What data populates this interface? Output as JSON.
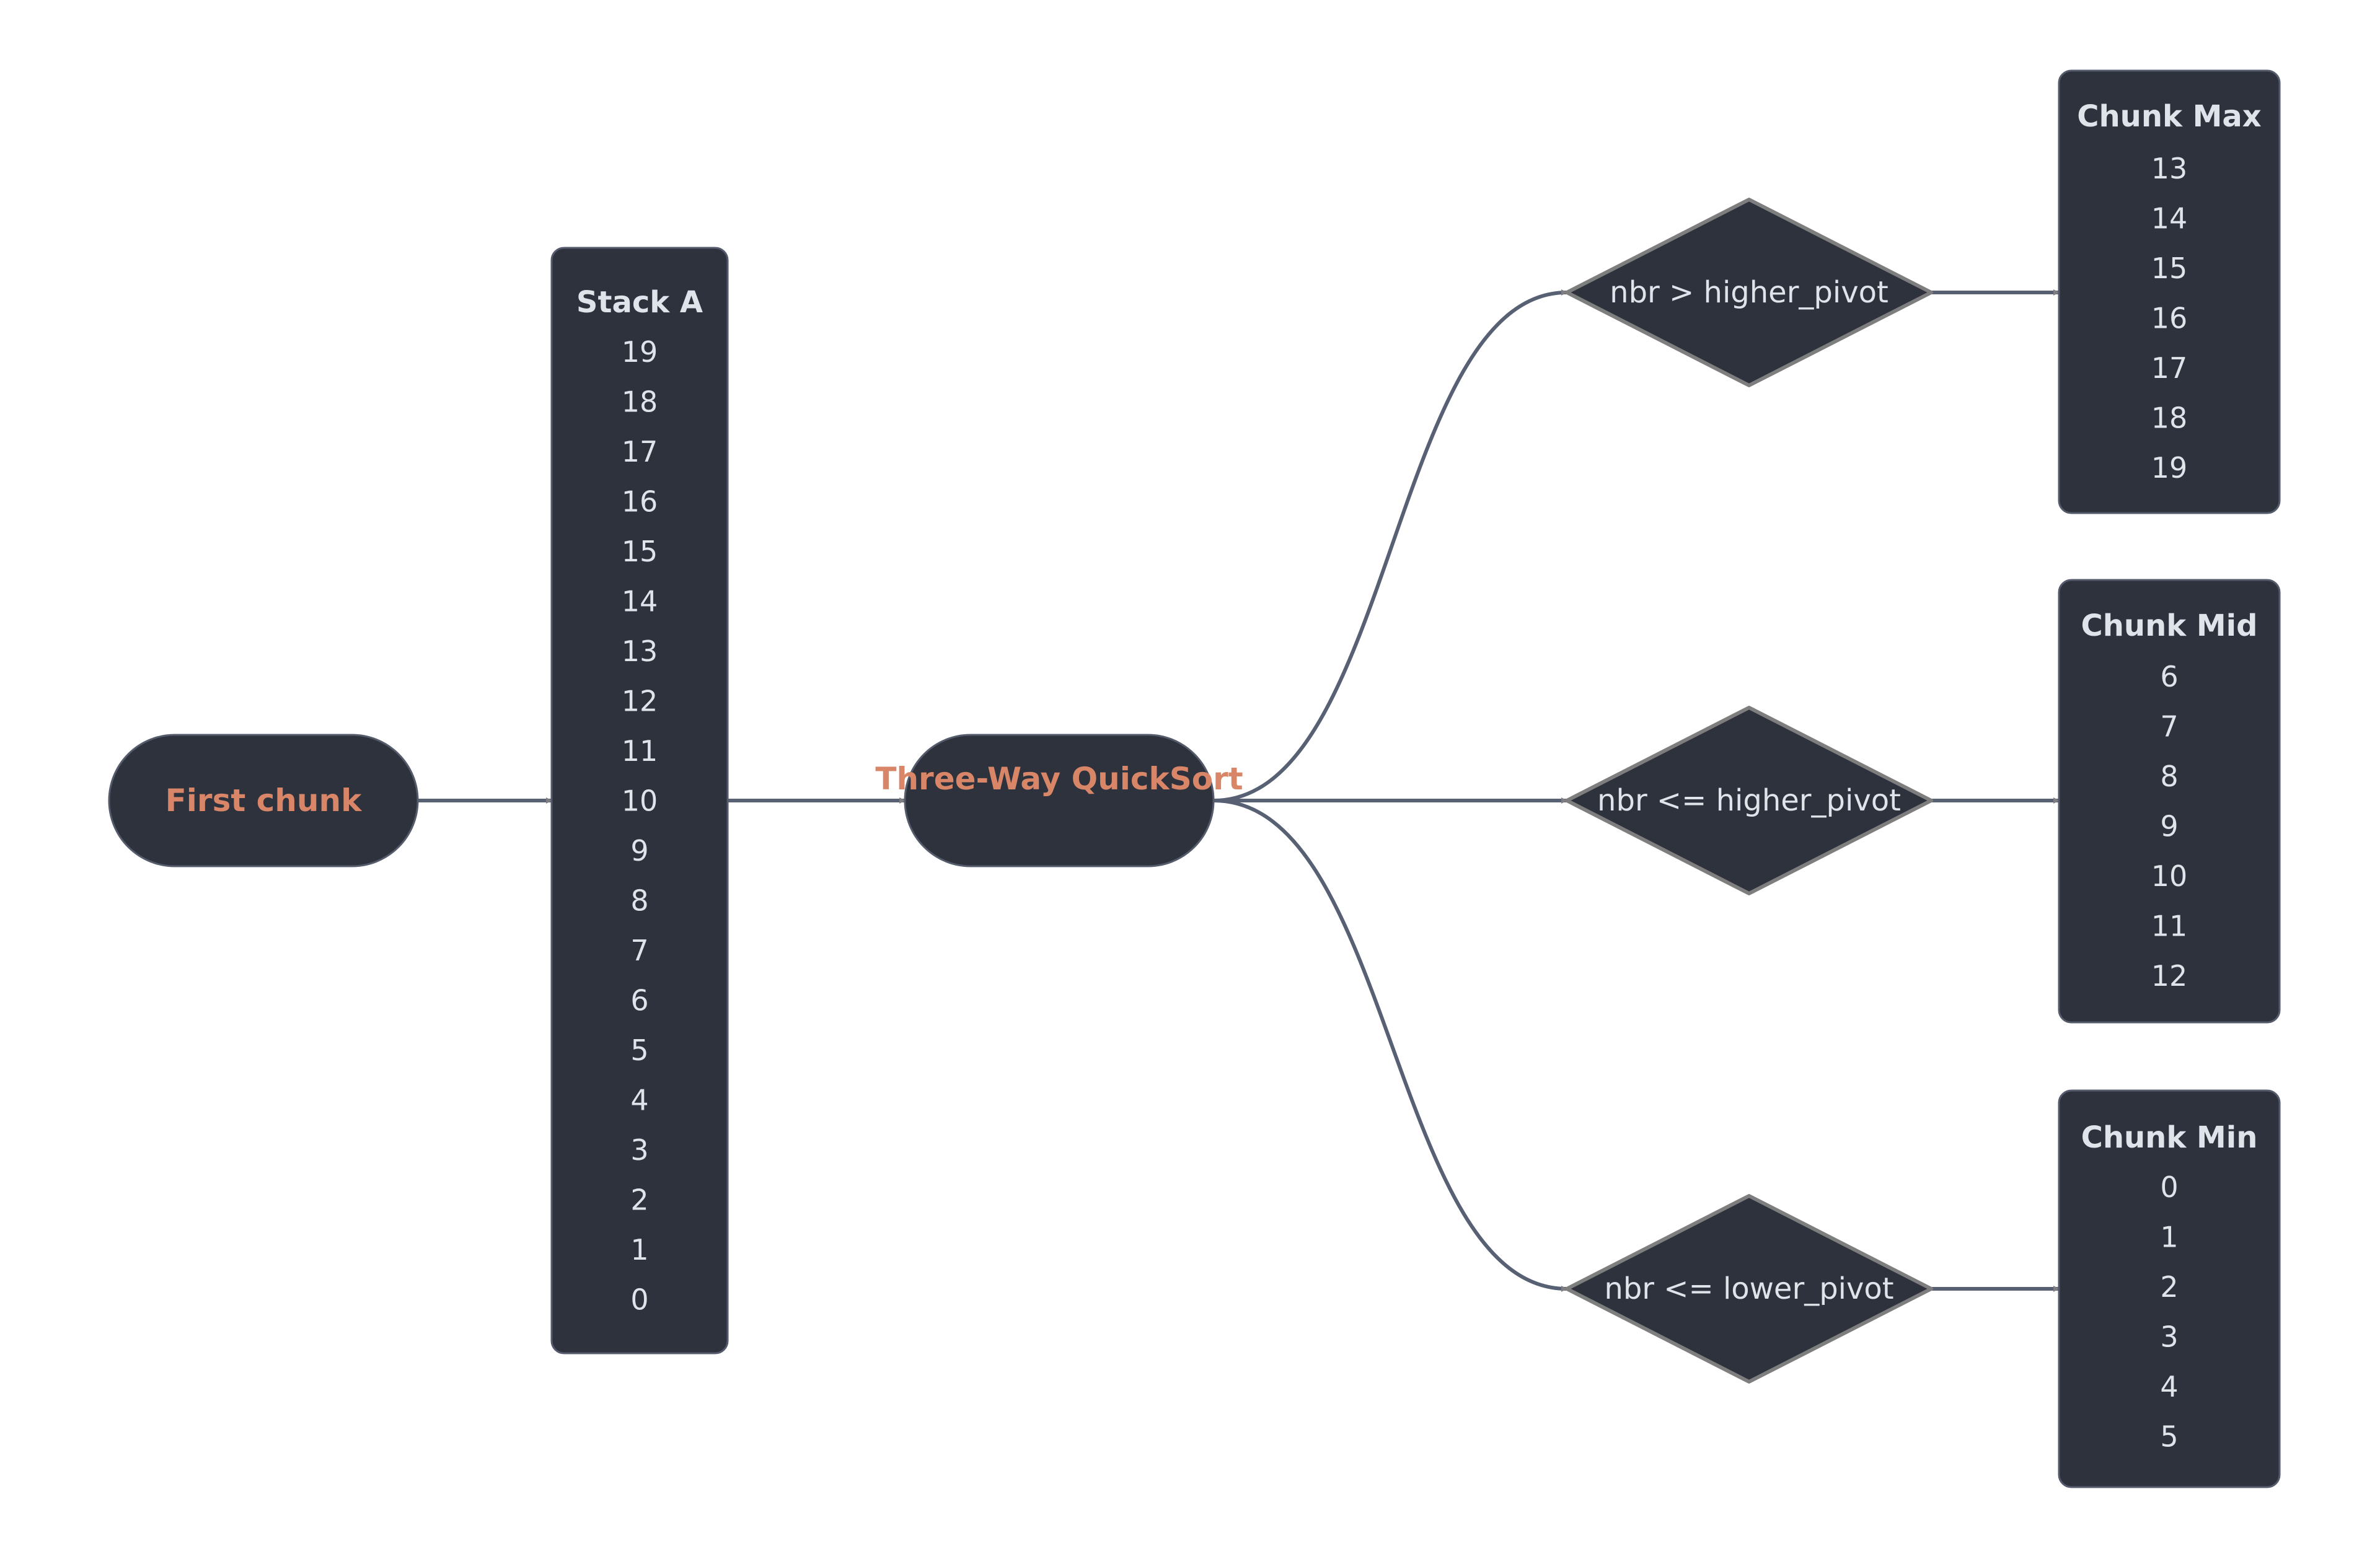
{
  "colors": {
    "node_fill": "#2d323d",
    "node_stroke": "#545b6b",
    "diamond_stroke": "#7e7e7e",
    "edge": "#586074",
    "arrowhead": "#7e7e7e",
    "text": "#dfe3ea",
    "accent": "#d98568"
  },
  "nodes": {
    "first_chunk": {
      "label": "First chunk"
    },
    "stack_a": {
      "title": "Stack A",
      "items": [
        "19",
        "18",
        "17",
        "16",
        "15",
        "14",
        "13",
        "12",
        "11",
        "10",
        "9",
        "8",
        "7",
        "6",
        "5",
        "4",
        "3",
        "2",
        "1",
        "0"
      ]
    },
    "quicksort": {
      "label": "Three-Way QuickSort"
    },
    "decision_max": {
      "label": "nbr > higher_pivot"
    },
    "decision_mid": {
      "label": "nbr <= higher_pivot"
    },
    "decision_min": {
      "label": "nbr <= lower_pivot"
    },
    "chunk_max": {
      "title": "Chunk Max",
      "items": [
        "13",
        "14",
        "15",
        "16",
        "17",
        "18",
        "19"
      ]
    },
    "chunk_mid": {
      "title": "Chunk Mid",
      "items": [
        "6",
        "7",
        "8",
        "9",
        "10",
        "11",
        "12"
      ]
    },
    "chunk_min": {
      "title": "Chunk Min",
      "items": [
        "0",
        "1",
        "2",
        "3",
        "4",
        "5"
      ]
    }
  }
}
